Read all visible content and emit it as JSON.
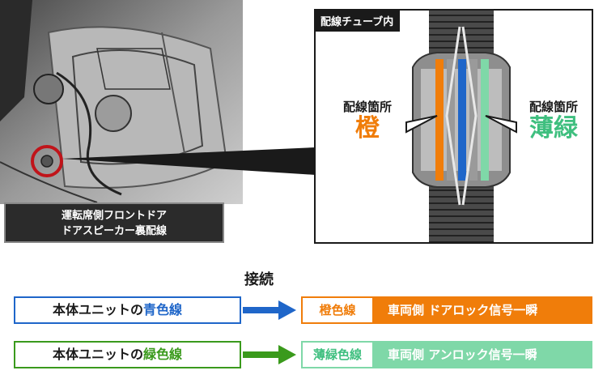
{
  "photo": {
    "caption_line1": "運転席側フロントドア",
    "caption_line2": "ドアスピーカー裏配線"
  },
  "inset": {
    "title": "配線チューブ内",
    "left": {
      "label": "配線箇所",
      "color_name": "橙"
    },
    "right": {
      "label": "配線箇所",
      "color_name": "薄緑"
    }
  },
  "connection": {
    "title": "接続",
    "rows": [
      {
        "unit_prefix": "本体ユニットの",
        "unit_color": "青色線",
        "wire_name": "橙色線",
        "wire_desc": "車両側 ドアロック信号一瞬"
      },
      {
        "unit_prefix": "本体ユニットの",
        "unit_color": "緑色線",
        "wire_name": "薄緑色線",
        "wire_desc": "車両側 アンロック信号一瞬"
      }
    ]
  },
  "colors": {
    "orange": "#f07d0a",
    "light_green": "#7fd8a8",
    "blue": "#1f66c9",
    "green": "#3a9a1c",
    "dark": "#1a1a1a"
  }
}
